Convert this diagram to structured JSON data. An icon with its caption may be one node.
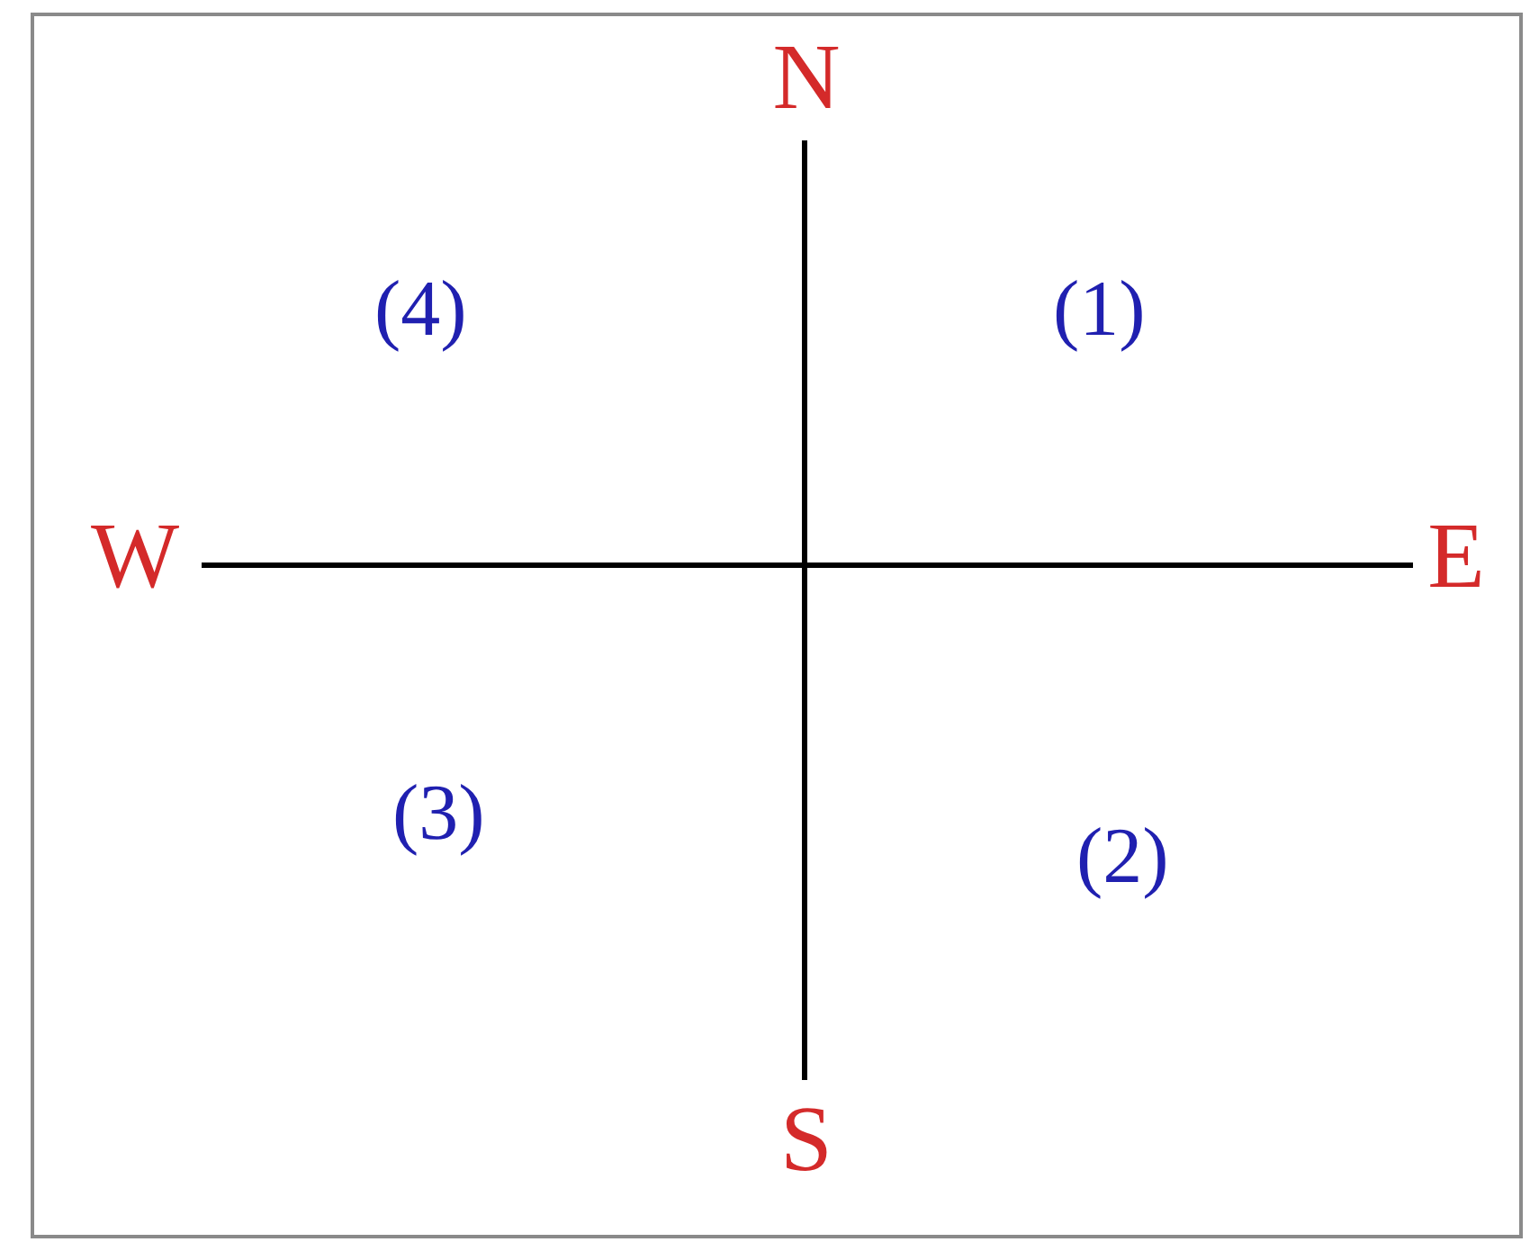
{
  "diagram": {
    "nodes": [
      {
        "text": [
          "N"
        ]
      },
      {
        "text": [
          "W"
        ]
      },
      {
        "text": [
          "E"
        ]
      },
      {
        "text": [
          "S"
        ]
      }
    ],
    "edges": [
      {
        "from": 0,
        "to": 3,
        "arrow": "none"
      },
      {
        "from": 1,
        "to": 2,
        "arrow": "none"
      }
    ],
    "labels": [
      "(4)",
      "(1)",
      "(3)",
      "(2)"
    ]
  }
}
